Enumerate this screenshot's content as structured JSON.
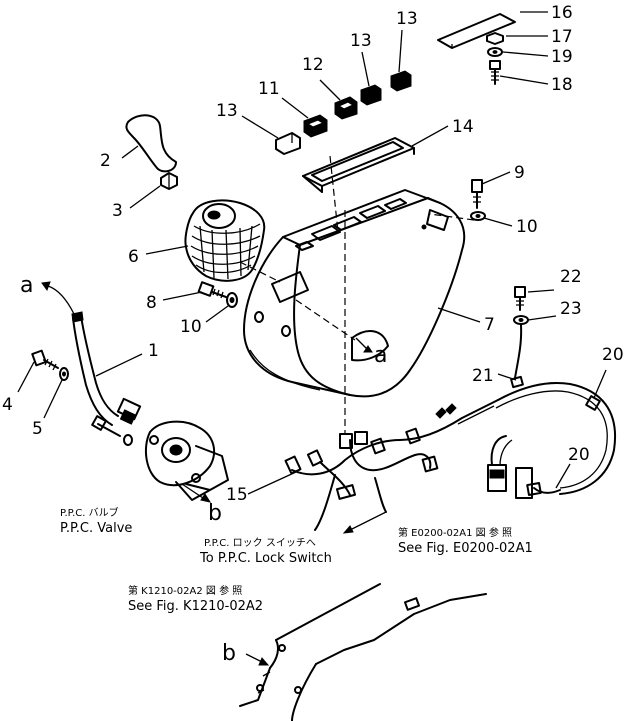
{
  "callouts": {
    "c1": "1",
    "c2": "2",
    "c3": "3",
    "c4": "4",
    "c5": "5",
    "c6": "6",
    "c7": "7",
    "c8": "8",
    "c9": "9",
    "c10a": "10",
    "c10b": "10",
    "c11": "11",
    "c12": "12",
    "c13a": "13",
    "c13b": "13",
    "c13c": "13",
    "c14": "14",
    "c15": "15",
    "c16": "16",
    "c17": "17",
    "c18": "18",
    "c19": "19",
    "c20a": "20",
    "c20b": "20",
    "c21": "21",
    "c22": "22",
    "c23": "23"
  },
  "markers": {
    "a_top": "a",
    "a_console": "a",
    "b_valve": "b",
    "b_frame": "b"
  },
  "captions": {
    "ppc_valve_jp": "P.P.C. バルブ",
    "ppc_valve_en": "P.P.C. Valve",
    "lock_switch_jp": "P.P.C. ロック スイッチへ",
    "lock_switch_en": "To P.P.C. Lock Switch",
    "fig_e_jp": "第 E0200-02A1 図 参 照",
    "fig_e_en": "See Fig. E0200-02A1",
    "fig_k_jp": "第 K1210-02A2 図 参 照",
    "fig_k_en": "See Fig. K1210-02A2"
  }
}
